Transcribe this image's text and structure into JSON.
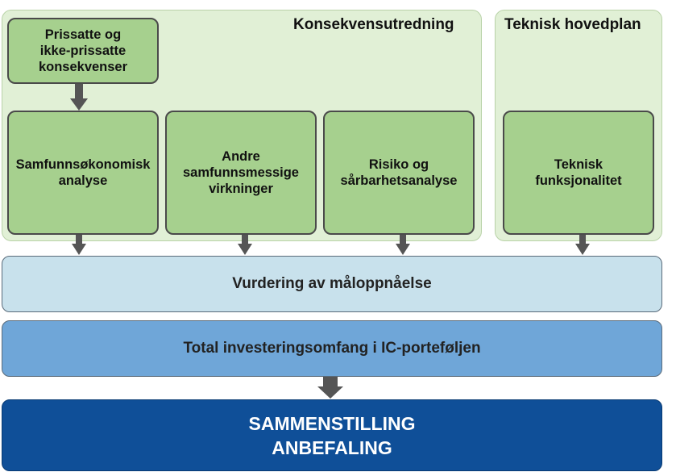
{
  "panels": {
    "impact": {
      "title": "Konsekvensutredning"
    },
    "technical": {
      "title": "Teknisk hovedplan"
    }
  },
  "boxes": {
    "priced": "Prissatte og\nikke-prissatte\nkonsekvenser",
    "socioeconomic": "Samfunnsøkonomisk\nanalyse",
    "other_effects": "Andre\nsamfunnsmessige\nvirkninger",
    "risk": "Risiko og\nsårbarhetsanalyse",
    "technical_func": "Teknisk\nfunksjonalitet"
  },
  "stages": {
    "goal_assessment": "Vurdering av måloppnåelse",
    "investment": "Total investeringsomfang i IC-porteføljen",
    "summary": "SAMMENSTILLING\nANBEFALING"
  },
  "colors": {
    "panel_bg": "#e1f0d6",
    "box_green": "#a6d08e",
    "light_blue": "#c8e1ec",
    "mid_blue": "#6fa6d8",
    "dark_blue": "#0f4f98",
    "arrow": "#555555"
  }
}
